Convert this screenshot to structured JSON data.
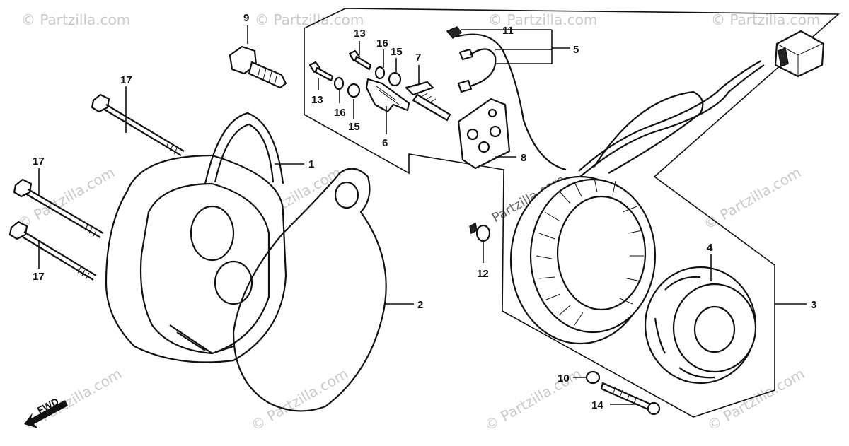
{
  "diagram": {
    "callouts": {
      "p1": "1",
      "p2": "2",
      "p3": "3",
      "p4": "4",
      "p5": "5",
      "p6": "6",
      "p7": "7",
      "p8": "8",
      "p9": "9",
      "p10": "10",
      "p11": "11",
      "p12": "12",
      "p13a": "13",
      "p13b": "13",
      "p14": "14",
      "p15a": "15",
      "p15b": "15",
      "p16a": "16",
      "p16b": "16",
      "p17a": "17",
      "p17b": "17",
      "p17c": "17"
    },
    "direction_label": "FWD",
    "watermark": "© Partzilla.com",
    "center_watermark": "Partzilla.com"
  }
}
